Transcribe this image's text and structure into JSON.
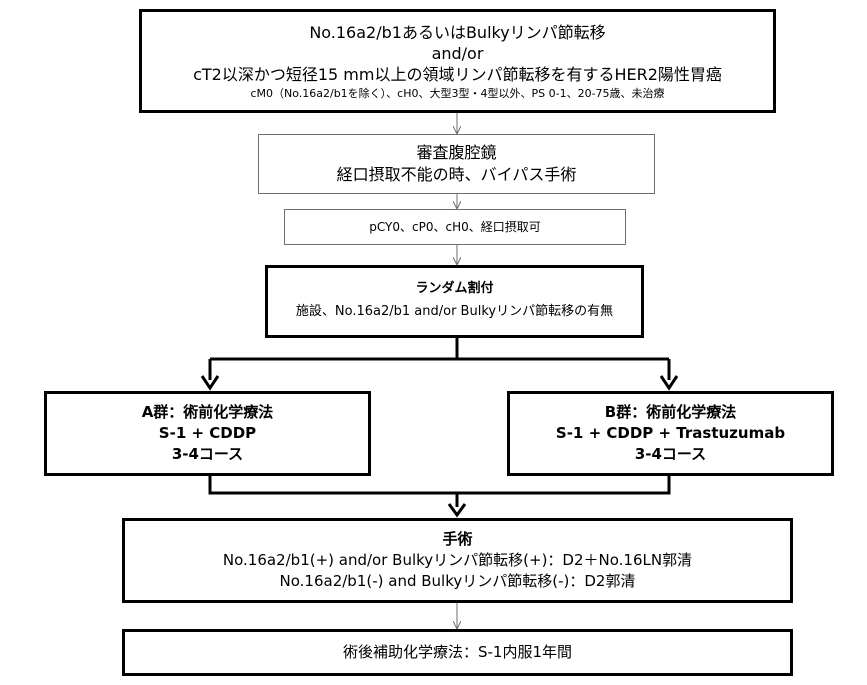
{
  "eligibility": {
    "line1": "No.16a2/b1あるいはBulkyリンパ節転移",
    "line2": "and/or",
    "line3": "cT2以深かつ短径15 mm以上の領域リンパ節転移を有するHER2陽性胃癌",
    "line4": "cM0（No.16a2/b1を除く）、cH0、大型3型・4型以外、PS 0-1、20-75歳、未治療"
  },
  "laparoscopy": {
    "line1": "審査腹腔鏡",
    "line2": "経口摂取不能の時、バイパス手術"
  },
  "confirmation": {
    "line1": "pCY0、cP0、cH0、経口摂取可"
  },
  "randomization": {
    "title": "ランダム割付",
    "factors": "施設、No.16a2/b1 and/or Bulkyリンパ節転移の有無"
  },
  "arm_a": {
    "title": "A群：術前化学療法",
    "regimen": "S-1 + CDDP",
    "courses": "3-4コース"
  },
  "arm_b": {
    "title": "B群：術前化学療法",
    "regimen": "S-1 + CDDP + Trastuzumab",
    "courses": "3-4コース"
  },
  "surgery": {
    "title": "手術",
    "line1": "No.16a2/b1(+) and/or Bulkyリンパ節転移(+)：D2＋No.16LN郭清",
    "line2": "No.16a2/b1(-) and Bulkyリンパ節転移(-)：D2郭清"
  },
  "adjuvant": {
    "line1": "術後補助化学療法：S-1内服1年間"
  }
}
